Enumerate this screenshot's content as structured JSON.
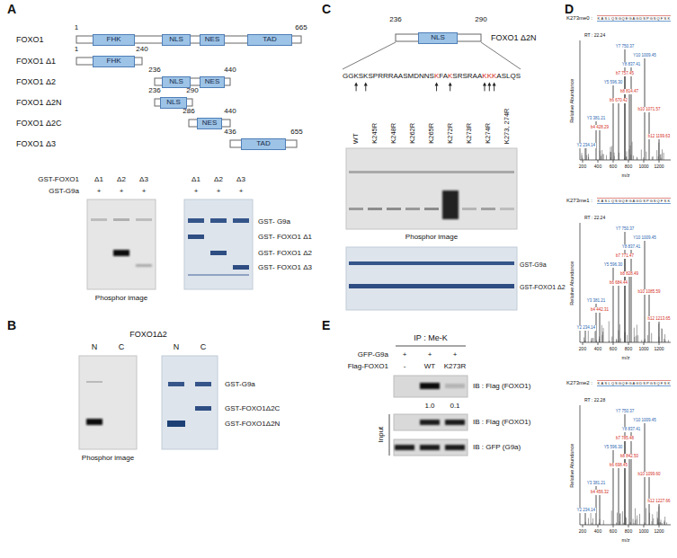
{
  "diagram": {
    "nodes": [
      {
        "text": [
          "FHK"
        ]
      },
      {
        "text": [
          "NLS"
        ]
      },
      {
        "text": [
          "NES"
        ]
      },
      {
        "text": [
          "TAD"
        ]
      },
      {
        "text": [
          "FHK"
        ]
      },
      {
        "text": [
          "NLS"
        ]
      },
      {
        "text": [
          "NES"
        ]
      },
      {
        "text": [
          "NLS"
        ]
      },
      {
        "text": [
          "NES"
        ]
      },
      {
        "text": [
          "TAD"
        ]
      },
      {
        "text": [
          "NLS"
        ]
      }
    ],
    "labels": [
      "A",
      "FOXO1",
      "1",
      "665",
      "FOXO1 Δ1",
      "1",
      "240",
      "FOXO1 Δ2",
      "236",
      "440",
      "FOXO1 Δ2N",
      "236",
      "290",
      "FOXO1 Δ2C",
      "286",
      "440",
      "FOXO1 Δ3",
      "436",
      "655",
      "GST-FOXO1",
      "Δ1",
      "Δ2",
      "Δ3",
      "Δ1",
      "Δ2",
      "Δ3",
      "GST-G9a",
      "+",
      "+",
      "+",
      "+",
      "+",
      "+",
      "Phosphor image",
      "GST- G9a",
      "GST- FOXO1 Δ1",
      "GST- FOXO1 Δ2",
      "GST- FOXO1 Δ3",
      "B",
      "FOXO1Δ2",
      "N",
      "C",
      "N",
      "C",
      "Phosphor image",
      "GST-G9a",
      "GST-FOXO1Δ2C",
      "GST-FOXO1Δ2N",
      "C",
      "236",
      "290",
      "FOXO1 Δ2N",
      "GGKSKSPRRRAASMDNNSKFAKSRSRAAKKKASLQS",
      "WT",
      "K245R",
      "K248R",
      "K262R",
      "K265R",
      "K272R",
      "K273R",
      "K274R",
      "K273, 274R",
      "Phosphor image",
      "GST-G9a",
      "GST-FOXO1 Δ2",
      "D",
      "K273me0 :",
      "KASLQSGQEGAGDSPGSQFSK",
      "RT : 22.24",
      "Relative Abundance",
      "200",
      "400",
      "600",
      "800",
      "1000",
      "1200",
      "m/z",
      "Y2 234.14",
      "Y3 381.21",
      "Y5 596.30",
      "Y7 750.37",
      "Y8 837.41",
      "Y10 1009.45",
      "b4 428.29",
      "b6 670.42",
      "b7 757.45",
      "b8 814.47",
      "b10 1071.57",
      "b12 1199.63",
      "K273me1 :",
      "KASLQSGQEGAGDSPGSQFSK",
      "RT : 22.24",
      "Relative Abundance",
      "200",
      "400",
      "600",
      "800",
      "1000",
      "1200",
      "m/z",
      "Y2 234.14",
      "Y3 381.21",
      "Y5 596.30",
      "Y7 750.37",
      "Y8 837.41",
      "Y10 1009.45",
      "b4 442.31",
      "b6 684.44",
      "b7 771.47",
      "b8 828.49",
      "b10 1085.59",
      "b12 1213.65",
      "K273me2 :",
      "KASLQSGQEGAGDSPGSQFSK",
      "RT : 22.28",
      "Relative Abundance",
      "200",
      "400",
      "600",
      "800",
      "1000",
      "1200",
      "m/z",
      "Y2 234.14",
      "Y3 381.21",
      "Y5 596.30",
      "Y7 750.37",
      "Y8 837.41",
      "Y10 1009.45",
      "b4 456.32",
      "b6 698.45",
      "b7 785.48",
      "b8 842.50",
      "b10 1099.60",
      "b12 1227.66",
      "E",
      "IP : Me-K",
      "GFP-G9a",
      "+",
      "+",
      "+",
      "Flag-FOXO1",
      "-",
      "WT",
      "K273R",
      "IB : Flag (FOXO1)",
      "1.0",
      "0.1",
      "Input",
      "IB : Flag (FOXO1)",
      "IB : GFP (G9a)"
    ]
  }
}
